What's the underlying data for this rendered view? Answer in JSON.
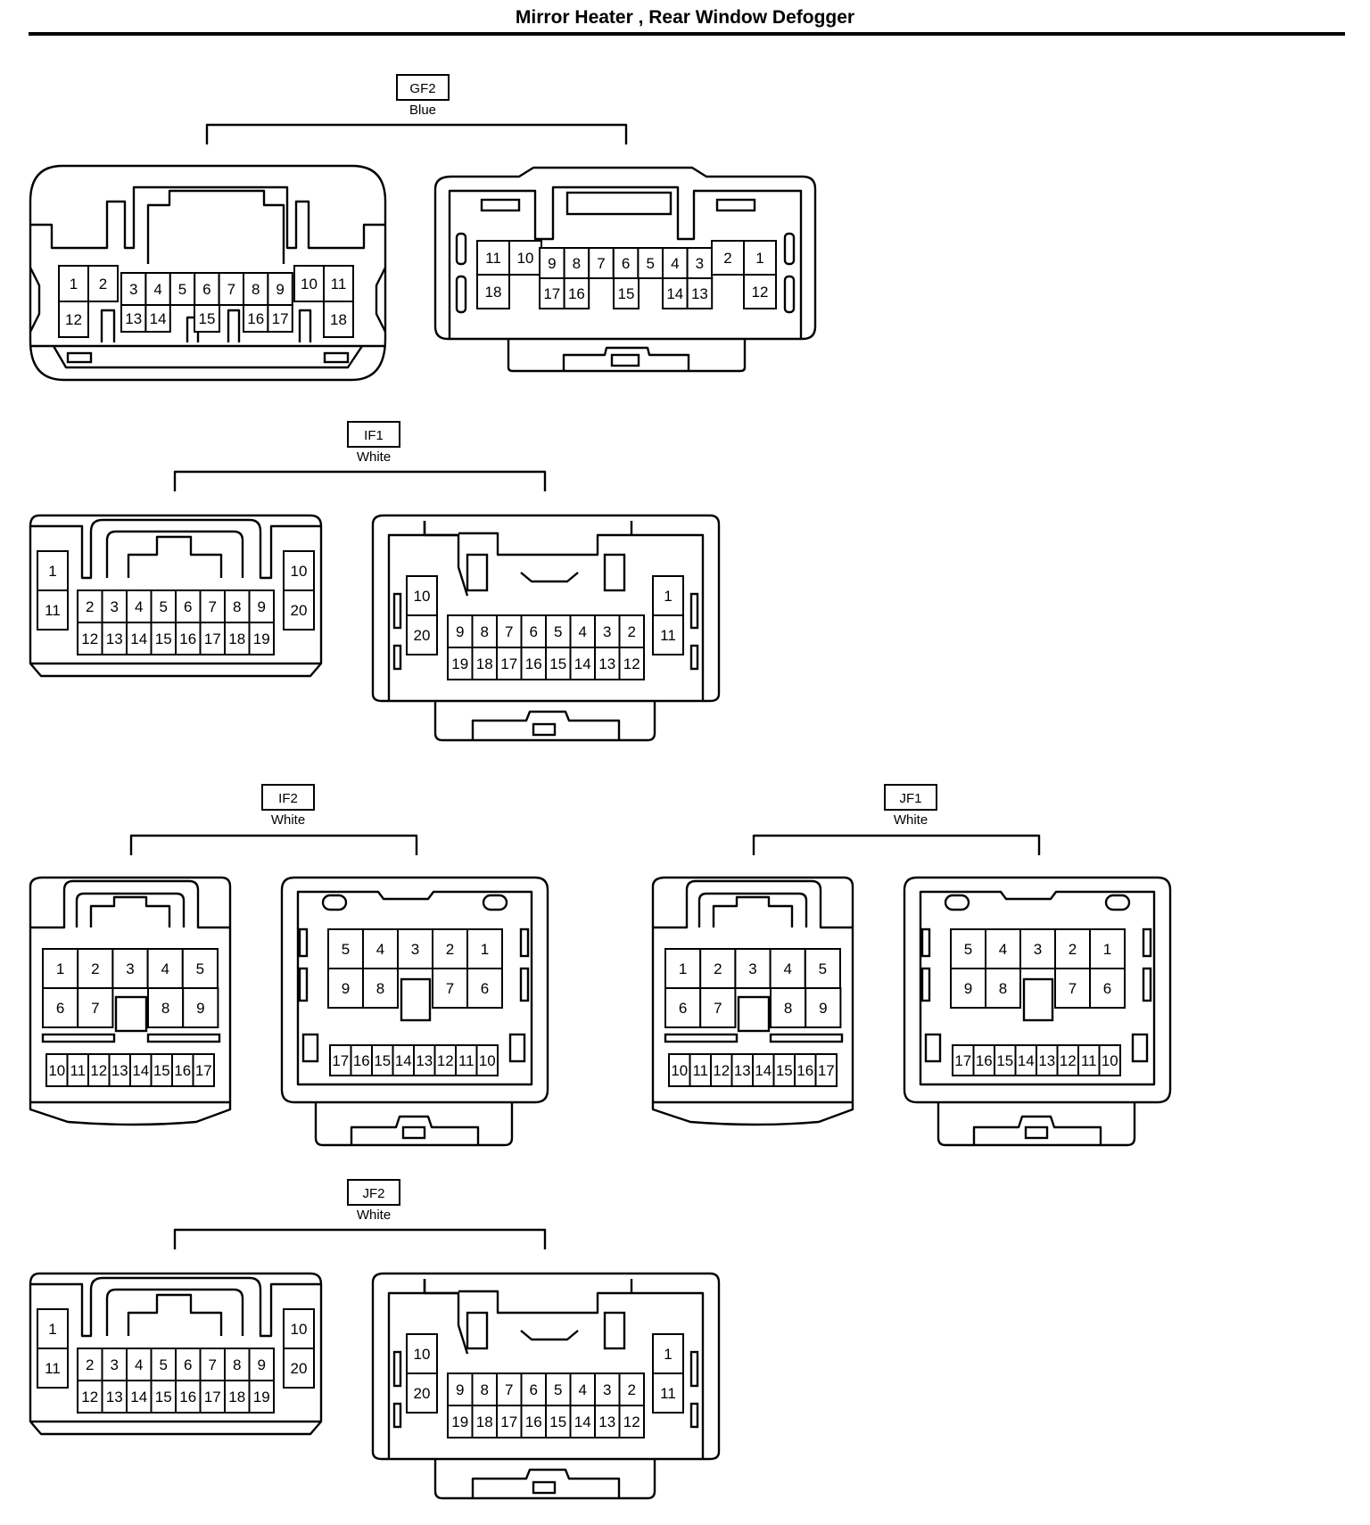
{
  "title": "Mirror Heater , Rear Window Defogger",
  "connectors": [
    {
      "id": "GF2",
      "color": "Blue",
      "female": {
        "rows": [
          [
            "1",
            "2",
            "3",
            "4",
            "5",
            "6",
            "7",
            "8",
            "9",
            "10",
            "11"
          ],
          [
            "12",
            "13",
            "14",
            "15",
            "16",
            "17",
            "18"
          ]
        ]
      },
      "male": {
        "rows": [
          [
            "11",
            "10",
            "9",
            "8",
            "7",
            "6",
            "5",
            "4",
            "3",
            "2",
            "1"
          ],
          [
            "18",
            "17",
            "16",
            "15",
            "14",
            "13",
            "12"
          ]
        ]
      }
    },
    {
      "id": "IF1",
      "color": "White",
      "female": {
        "rows": [
          [
            "1",
            "10"
          ],
          [
            "11",
            "20"
          ],
          [
            "2",
            "3",
            "4",
            "5",
            "6",
            "7",
            "8",
            "9"
          ],
          [
            "12",
            "13",
            "14",
            "15",
            "16",
            "17",
            "18",
            "19"
          ]
        ]
      },
      "male": {
        "rows": [
          [
            "10",
            "1"
          ],
          [
            "20",
            "11"
          ],
          [
            "9",
            "8",
            "7",
            "6",
            "5",
            "4",
            "3",
            "2"
          ],
          [
            "19",
            "18",
            "17",
            "16",
            "15",
            "14",
            "13",
            "12"
          ]
        ]
      }
    },
    {
      "id": "IF2",
      "color": "White",
      "female": {
        "rows": [
          [
            "1",
            "2",
            "3",
            "4",
            "5"
          ],
          [
            "6",
            "7",
            "8",
            "9"
          ],
          [
            "10",
            "11",
            "12",
            "13",
            "14",
            "15",
            "16",
            "17"
          ]
        ]
      },
      "male": {
        "rows": [
          [
            "5",
            "4",
            "3",
            "2",
            "1"
          ],
          [
            "9",
            "8",
            "7",
            "6"
          ],
          [
            "17",
            "16",
            "15",
            "14",
            "13",
            "12",
            "11",
            "10"
          ]
        ]
      }
    },
    {
      "id": "JF1",
      "color": "White",
      "female": {
        "rows": [
          [
            "1",
            "2",
            "3",
            "4",
            "5"
          ],
          [
            "6",
            "7",
            "8",
            "9"
          ],
          [
            "10",
            "11",
            "12",
            "13",
            "14",
            "15",
            "16",
            "17"
          ]
        ]
      },
      "male": {
        "rows": [
          [
            "5",
            "4",
            "3",
            "2",
            "1"
          ],
          [
            "9",
            "8",
            "7",
            "6"
          ],
          [
            "17",
            "16",
            "15",
            "14",
            "13",
            "12",
            "11",
            "10"
          ]
        ]
      }
    },
    {
      "id": "JF2",
      "color": "White",
      "female": {
        "rows": [
          [
            "1",
            "10"
          ],
          [
            "11",
            "20"
          ],
          [
            "2",
            "3",
            "4",
            "5",
            "6",
            "7",
            "8",
            "9"
          ],
          [
            "12",
            "13",
            "14",
            "15",
            "16",
            "17",
            "18",
            "19"
          ]
        ]
      },
      "male": {
        "rows": [
          [
            "10",
            "1"
          ],
          [
            "20",
            "11"
          ],
          [
            "9",
            "8",
            "7",
            "6",
            "5",
            "4",
            "3",
            "2"
          ],
          [
            "19",
            "18",
            "17",
            "16",
            "15",
            "14",
            "13",
            "12"
          ]
        ]
      }
    }
  ]
}
